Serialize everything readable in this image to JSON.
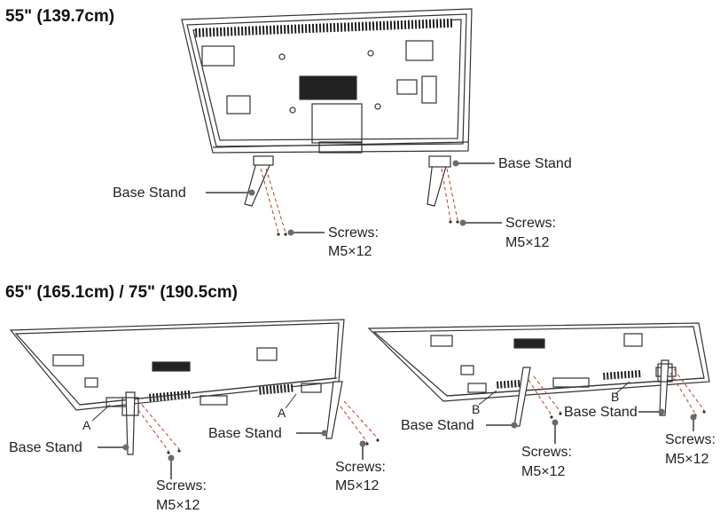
{
  "sections": {
    "top_title": "55\" (139.7cm)",
    "bottom_title": "65\" (165.1cm) / 75\" (190.5cm)"
  },
  "labels": {
    "base_stand": "Base Stand",
    "screws": "Screws:",
    "screw_size": "M5×12",
    "marker_a": "A",
    "marker_b": "B"
  },
  "colors": {
    "line": "#333333",
    "callout": "#6b6b6b",
    "screw_path": "#c0392b"
  }
}
